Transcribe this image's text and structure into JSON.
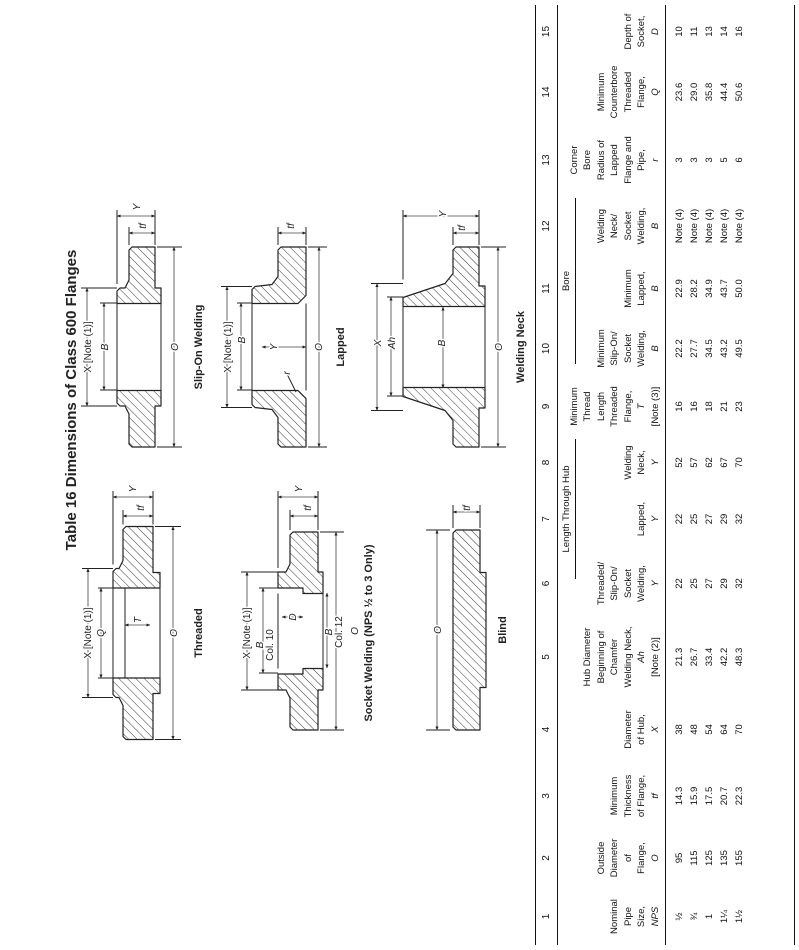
{
  "title": "Table 16   Dimensions of Class 600 Flanges",
  "drawings": {
    "threaded": {
      "caption": "Threaded",
      "x": "X [Note (1)]",
      "q": "Q",
      "t": "T",
      "o": "O",
      "y": "Y",
      "tf": "tf"
    },
    "slip_on": {
      "caption": "Slip-On Welding",
      "x": "X [Note (1)]",
      "b": "B",
      "o": "O",
      "y": "Y",
      "tf": "tf"
    },
    "lapped": {
      "caption": "Lapped",
      "x": "X [Note (1)]",
      "b": "B",
      "y_inner": "Y",
      "r": "r",
      "o": "O",
      "tf": "tf"
    },
    "socket": {
      "caption": "Socket Welding (NPS ½ to 3 Only)",
      "x": "X [Note (1)]",
      "b10": "B",
      "col10": "Col. 10",
      "d": "D",
      "b12": "B",
      "col12": "Col. 12",
      "o": "O",
      "y": "Y",
      "tf": "tf"
    },
    "welding_neck": {
      "caption": "Welding Neck",
      "x": "X",
      "ah": "Ah",
      "b": "B",
      "o": "O",
      "y": "Y",
      "tf": "tf"
    },
    "blind": {
      "caption": "Blind",
      "o": "O",
      "tf": "tf"
    }
  },
  "table": {
    "column_numbers": [
      "1",
      "2",
      "3",
      "4",
      "5",
      "6",
      "7",
      "8",
      "9",
      "10",
      "11",
      "12",
      "13",
      "14",
      "15"
    ],
    "groups": {
      "length_through_hub": "Length Through Hub",
      "bore": "Bore"
    },
    "headers": [
      {
        "label": "Nominal\nPipe\nSize,",
        "symbol": "NPS",
        "note": ""
      },
      {
        "label": "Outside\nDiameter\nof\nFlange,",
        "symbol": "O",
        "note": ""
      },
      {
        "label": "Minimum\nThickness\nof Flange,",
        "symbol": "tf",
        "note": ""
      },
      {
        "label": "Diameter\nof Hub,",
        "symbol": "X",
        "note": ""
      },
      {
        "label": "Hub Diameter\nBeginning of\nChamfer\nWelding Neck,",
        "symbol": "Ah",
        "note": "[Note (2)]"
      },
      {
        "label": "Threaded/\nSlip-On/\nSocket\nWelding,",
        "symbol": "Y",
        "note": ""
      },
      {
        "label": "Lapped,",
        "symbol": "Y",
        "note": ""
      },
      {
        "label": "Welding\nNeck,",
        "symbol": "Y",
        "note": ""
      },
      {
        "label": "Minimum\nThread\nLength\nThreaded\nFlange,",
        "symbol": "T",
        "note": "[Note (3)]"
      },
      {
        "label": "Minimum\nSlip-On/\nSocket\nWelding,",
        "symbol": "B",
        "note": ""
      },
      {
        "label": "Minimum\nLapped,",
        "symbol": "B",
        "note": ""
      },
      {
        "label": "Welding\nNeck/\nSocket\nWelding,",
        "symbol": "B",
        "note": ""
      },
      {
        "label": "Corner\nBore\nRadius of\nLapped\nFlange and\nPipe,",
        "symbol": "r",
        "note": ""
      },
      {
        "label": "Minimum\nCounterbore\nThreaded\nFlange,",
        "symbol": "Q",
        "note": ""
      },
      {
        "label": "Depth of\nSocket,",
        "symbol": "D",
        "note": ""
      }
    ],
    "rows": [
      [
        "½",
        "95",
        "14.3",
        "38",
        "21.3",
        "22",
        "22",
        "52",
        "16",
        "22.2",
        "22.9",
        "Note (4)",
        "3",
        "23.6",
        "10"
      ],
      [
        "¾",
        "115",
        "15.9",
        "48",
        "26.7",
        "25",
        "25",
        "57",
        "16",
        "27.7",
        "28.2",
        "Note (4)",
        "3",
        "29.0",
        "11"
      ],
      [
        "1",
        "125",
        "17.5",
        "54",
        "33.4",
        "27",
        "27",
        "62",
        "18",
        "34.5",
        "34.9",
        "Note (4)",
        "3",
        "35.8",
        "13"
      ],
      [
        "1¼",
        "135",
        "20.7",
        "64",
        "42.2",
        "29",
        "29",
        "67",
        "21",
        "43.2",
        "43.7",
        "Note (4)",
        "5",
        "44.4",
        "14"
      ],
      [
        "1½",
        "155",
        "22.3",
        "70",
        "48.3",
        "32",
        "32",
        "70",
        "23",
        "49.5",
        "50.0",
        "Note (4)",
        "6",
        "50.6",
        "16"
      ]
    ]
  }
}
